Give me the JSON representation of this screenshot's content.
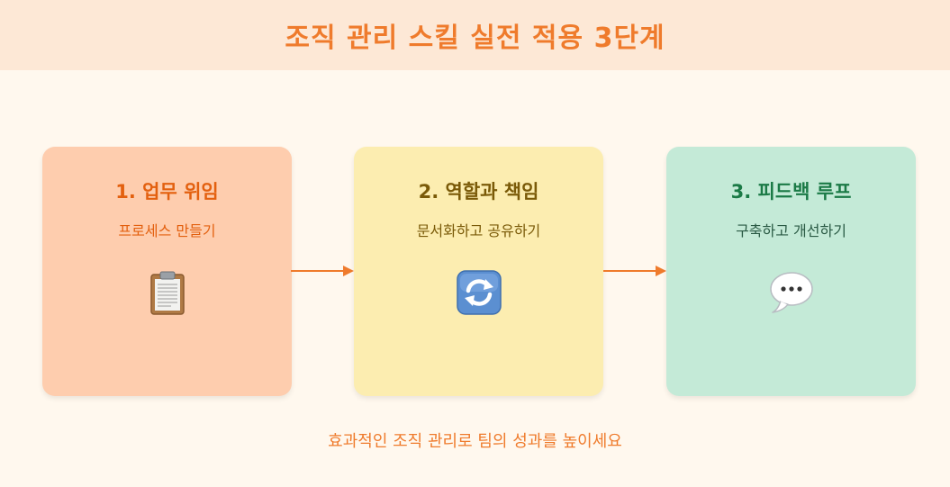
{
  "header": {
    "title": "조직 관리 스킬 실전 적용 3단계"
  },
  "steps": [
    {
      "title": "1. 업무 위임",
      "subtitle": "프로세스 만들기",
      "icon": "clipboard-icon"
    },
    {
      "title": "2. 역할과 책임",
      "subtitle": "문서화하고 공유하기",
      "icon": "refresh-cycle-icon"
    },
    {
      "title": "3. 피드백 루프",
      "subtitle": "구축하고 개선하기",
      "icon": "speech-bubble-icon"
    }
  ],
  "footer": {
    "text": "효과적인 조직 관리로 팀의 성과를 높이세요"
  },
  "colors": {
    "accent": "#ef7b2c",
    "header_bg": "#fde8d6",
    "page_bg": "#fff8ee",
    "step1_bg": "#fecdae",
    "step2_bg": "#fcedb0",
    "step3_bg": "#c4ead7",
    "arrow": "#ef7b2c"
  }
}
